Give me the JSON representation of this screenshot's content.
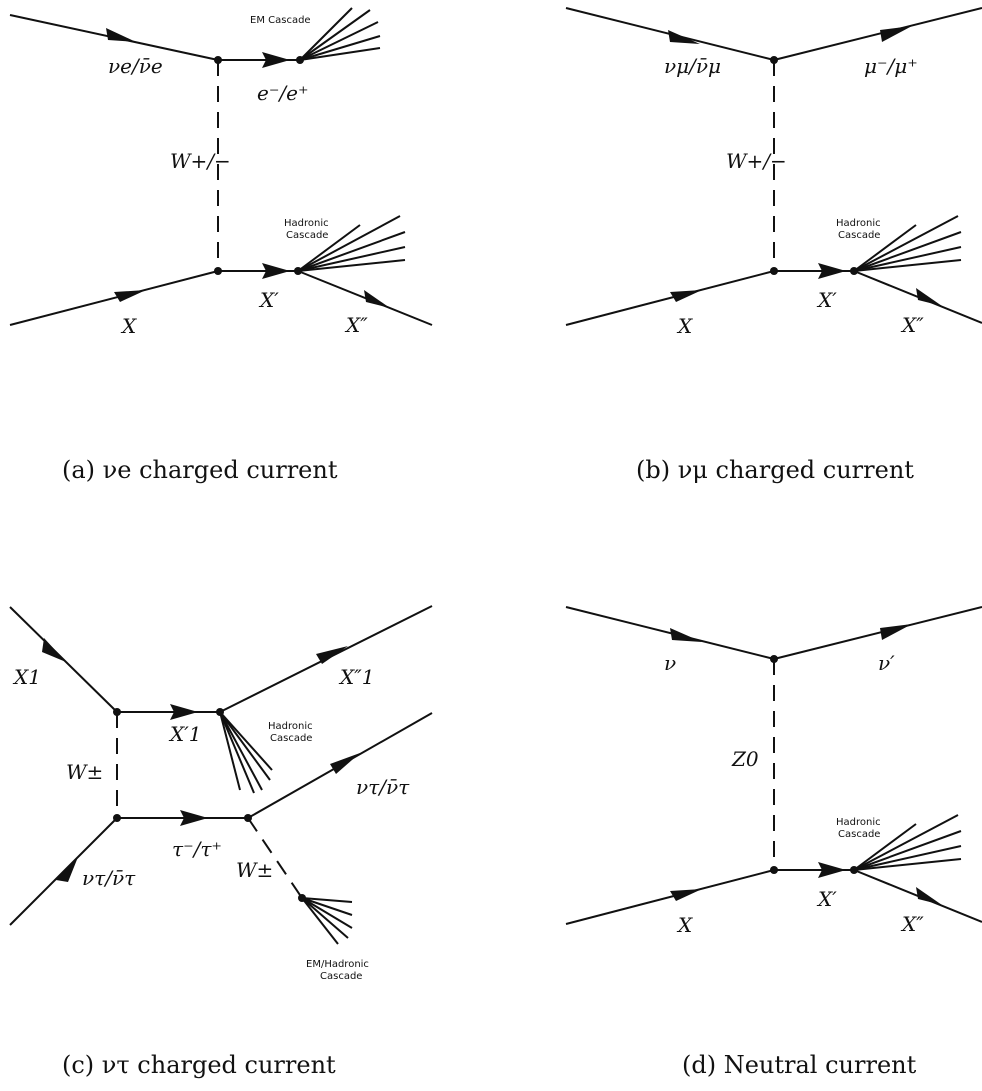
{
  "panels": {
    "a": {
      "caption": "(a) νe charged current",
      "labels": {
        "nu_in": "νe/ν̄e",
        "lepton_out": "e⁻/e⁺",
        "boson": "W+/−",
        "cascade_top": "EM Cascade",
        "cascade_bottom_1": "Hadronic",
        "cascade_bottom_2": "Cascade",
        "x_in": "X",
        "x_prime": "X′",
        "x_double": "X″"
      }
    },
    "b": {
      "caption": "(b) νμ charged current",
      "labels": {
        "nu_in": "νμ/ν̄μ",
        "lepton_out": "μ⁻/μ⁺",
        "boson": "W+/−",
        "cascade_bottom_1": "Hadronic",
        "cascade_bottom_2": "Cascade",
        "x_in": "X",
        "x_prime": "X′",
        "x_double": "X″"
      }
    },
    "c": {
      "caption": "(c) ντ charged current",
      "labels": {
        "x1_in": "X1",
        "x1_prime": "X′1",
        "x1_double": "X″1",
        "boson_left": "W±",
        "boson_right": "W±",
        "nu_in": "ντ/ν̄τ",
        "tau": "τ⁻/τ⁺",
        "nu_out": "ντ/ν̄τ",
        "cascade_had_1": "Hadronic",
        "cascade_had_2": "Cascade",
        "cascade_em_1": "EM/Hadronic",
        "cascade_em_2": "Cascade"
      }
    },
    "d": {
      "caption": "(d) Neutral current",
      "labels": {
        "nu_in": "ν",
        "nu_out": "ν′",
        "boson": "Z0",
        "cascade_bottom_1": "Hadronic",
        "cascade_bottom_2": "Cascade",
        "x_in": "X",
        "x_prime": "X′",
        "x_double": "X″"
      }
    }
  }
}
